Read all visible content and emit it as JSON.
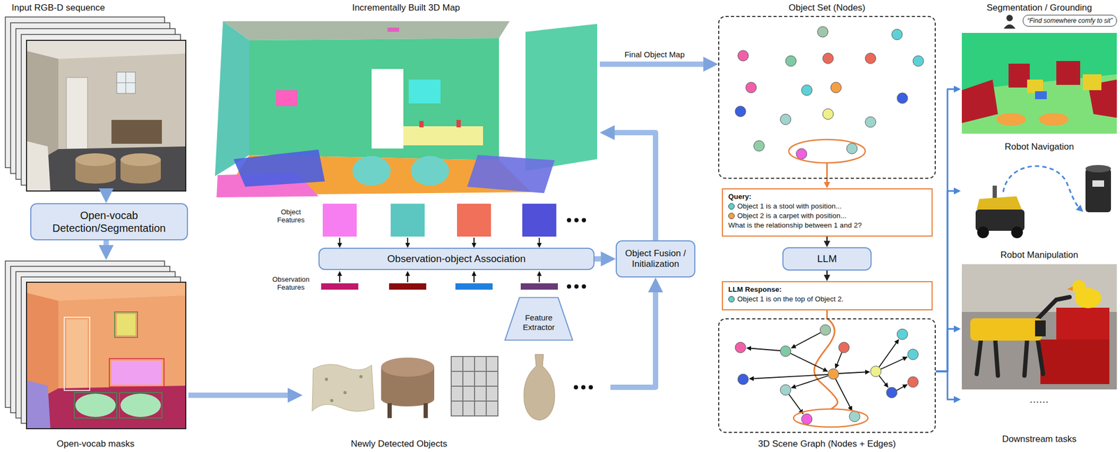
{
  "diagram": {
    "nodes": [
      {
        "text": [
          "Input RGB-D sequence"
        ]
      },
      {
        "text": [
          "Open-vocab Detection/Segmentation"
        ]
      },
      {
        "text": [
          "Open-vocab masks"
        ]
      },
      {
        "text": [
          "Incrementally Built 3D Map"
        ]
      },
      {
        "text": [
          "Observation-object Association"
        ]
      },
      {
        "text": [
          "Feature Extractor"
        ]
      },
      {
        "text": [
          "Newly Detected Objects"
        ]
      },
      {
        "text": [
          "Object Fusion / Initialization"
        ]
      },
      {
        "text": [
          "Object Set (Nodes)"
        ]
      },
      {
        "text": [
          "Query:",
          "Object 1 is a stool with position...",
          "Object 2 is a carpet with position...",
          "What is the relationship between 1 and 2?"
        ]
      },
      {
        "text": [
          "LLM"
        ]
      },
      {
        "text": [
          "LLM Response:",
          "Object 1 is on the top of Object 2."
        ]
      },
      {
        "text": [
          "3D Scene Graph (Nodes + Edges)"
        ]
      },
      {
        "text": [
          "Segmentation / Grounding"
        ]
      },
      {
        "text": [
          "“Find somewhere comfy to sit”"
        ],
        "in": 13
      },
      {
        "text": [
          "Robot Navigation"
        ]
      },
      {
        "text": [
          "Robot Manipulation"
        ]
      },
      {
        "text": [
          "......"
        ]
      }
    ],
    "edges": [
      {
        "from": 0,
        "to": 1,
        "arrow": "to"
      },
      {
        "from": 1,
        "to": 2,
        "arrow": "to"
      },
      {
        "from": 2,
        "to": 6,
        "arrow": "to"
      },
      {
        "from": 6,
        "to": 7,
        "arrow": "to"
      },
      {
        "from": 4,
        "to": 7,
        "arrow": "to"
      },
      {
        "from": 7,
        "to": 3,
        "arrow": "to"
      },
      {
        "from": 3,
        "to": 8,
        "label": "Final Object Map",
        "arrow": "to"
      },
      {
        "from": 8,
        "to": 9,
        "arrow": "to"
      },
      {
        "from": 9,
        "to": 10,
        "arrow": "to"
      },
      {
        "from": 10,
        "to": 11,
        "arrow": "to"
      },
      {
        "from": 11,
        "to": 12,
        "arrow": "none"
      },
      {
        "from": 12,
        "to": 13,
        "arrow": "to"
      },
      {
        "from": 12,
        "to": 15,
        "arrow": "to"
      },
      {
        "from": 12,
        "to": 16,
        "arrow": "to"
      },
      {
        "from": 12,
        "to": 17,
        "arrow": "to"
      }
    ],
    "labels": [
      "Object Features",
      "Observation Features",
      "Downstream tasks"
    ]
  }
}
